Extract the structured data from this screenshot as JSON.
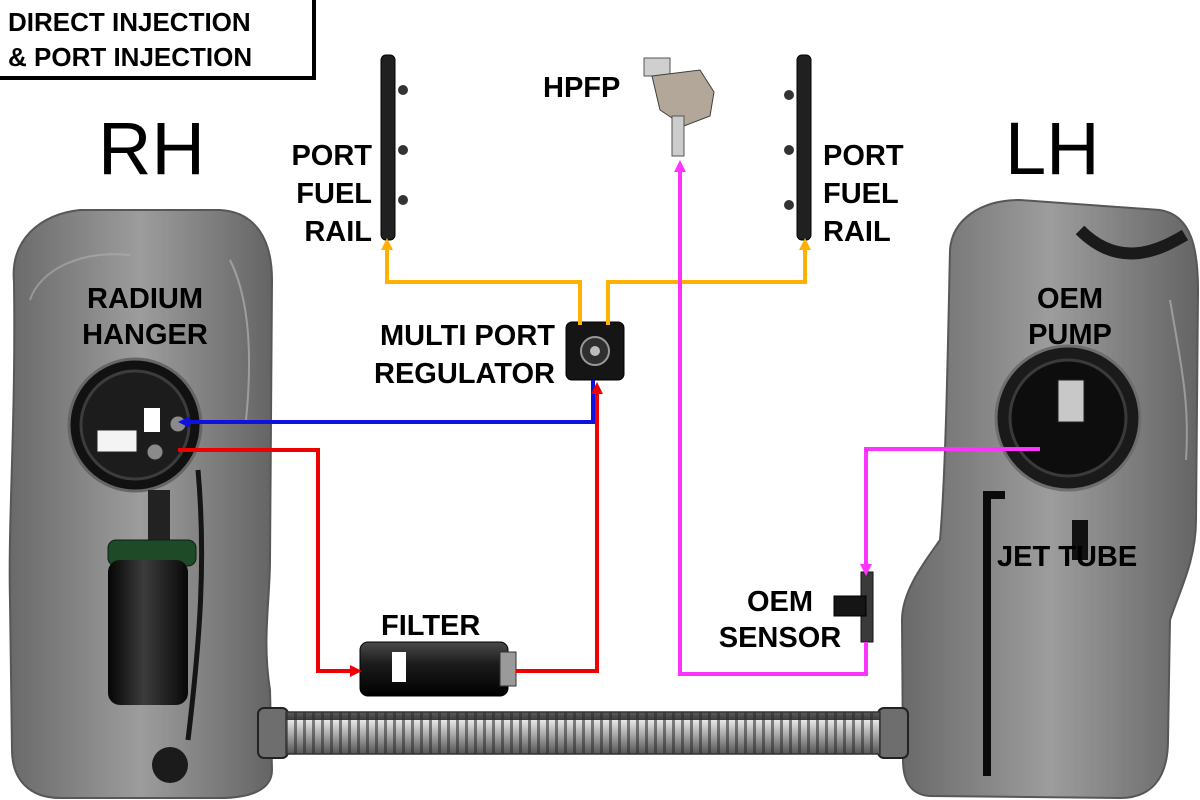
{
  "title": {
    "line1": "DIRECT INJECTION",
    "line2": "& PORT INJECTION"
  },
  "sides": {
    "right_hand": "RH",
    "left_hand": "LH"
  },
  "components": {
    "port_fuel_rail_rh": [
      "PORT",
      "FUEL",
      "RAIL"
    ],
    "port_fuel_rail_lh": [
      "PORT",
      "FUEL",
      "RAIL"
    ],
    "hpfp": "HPFP",
    "radium_hanger": [
      "RADIUM",
      "HANGER"
    ],
    "multi_port_regulator": [
      "MULTI PORT",
      "REGULATOR"
    ],
    "oem_pump": [
      "OEM",
      "PUMP"
    ],
    "jet_tube": "JET TUBE",
    "oem_sensor": [
      "OEM",
      "SENSOR"
    ],
    "filter": "FILTER"
  },
  "line_colors": {
    "port_injection_feed": "#ffb000",
    "return_line": "#1010e0",
    "feed_line": "#ee0000",
    "direct_injection_feed": "#ff33ff"
  }
}
